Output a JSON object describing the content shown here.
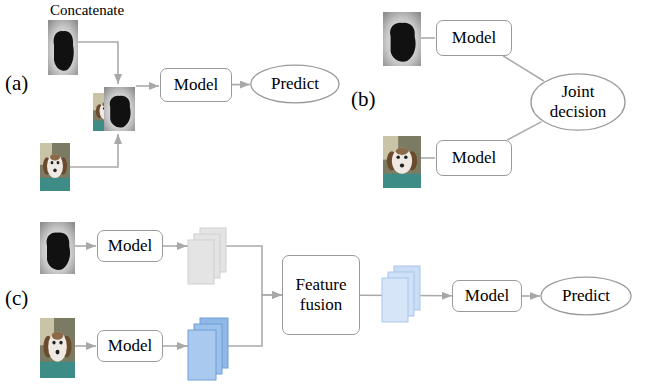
{
  "diagram": {
    "nodes": [
      {
        "text": [
          "Model"
        ]
      },
      {
        "text": [
          "Predict"
        ]
      },
      {
        "text": [
          "Model"
        ]
      },
      {
        "text": [
          "Model"
        ]
      },
      {
        "text": [
          "Joint decision"
        ]
      },
      {
        "text": [
          "Model"
        ]
      },
      {
        "text": [
          "Model"
        ]
      },
      {
        "text": [
          "Feature fusion"
        ]
      },
      {
        "text": [
          "Model"
        ]
      },
      {
        "text": [
          "Predict"
        ]
      }
    ],
    "edges": [
      {
        "from": 0,
        "to": 1,
        "arrow": "to"
      },
      {
        "from": 2,
        "to": 4,
        "arrow": "none"
      },
      {
        "from": 3,
        "to": 4,
        "arrow": "none"
      },
      {
        "from": 5,
        "to": 7,
        "arrow": "to"
      },
      {
        "from": 6,
        "to": 7,
        "arrow": "to"
      },
      {
        "from": 7,
        "to": 8,
        "arrow": "to"
      },
      {
        "from": 8,
        "to": 9,
        "arrow": "to"
      }
    ],
    "labels": [
      "Concatenate",
      "(a)",
      "(b)",
      "(c)"
    ]
  }
}
